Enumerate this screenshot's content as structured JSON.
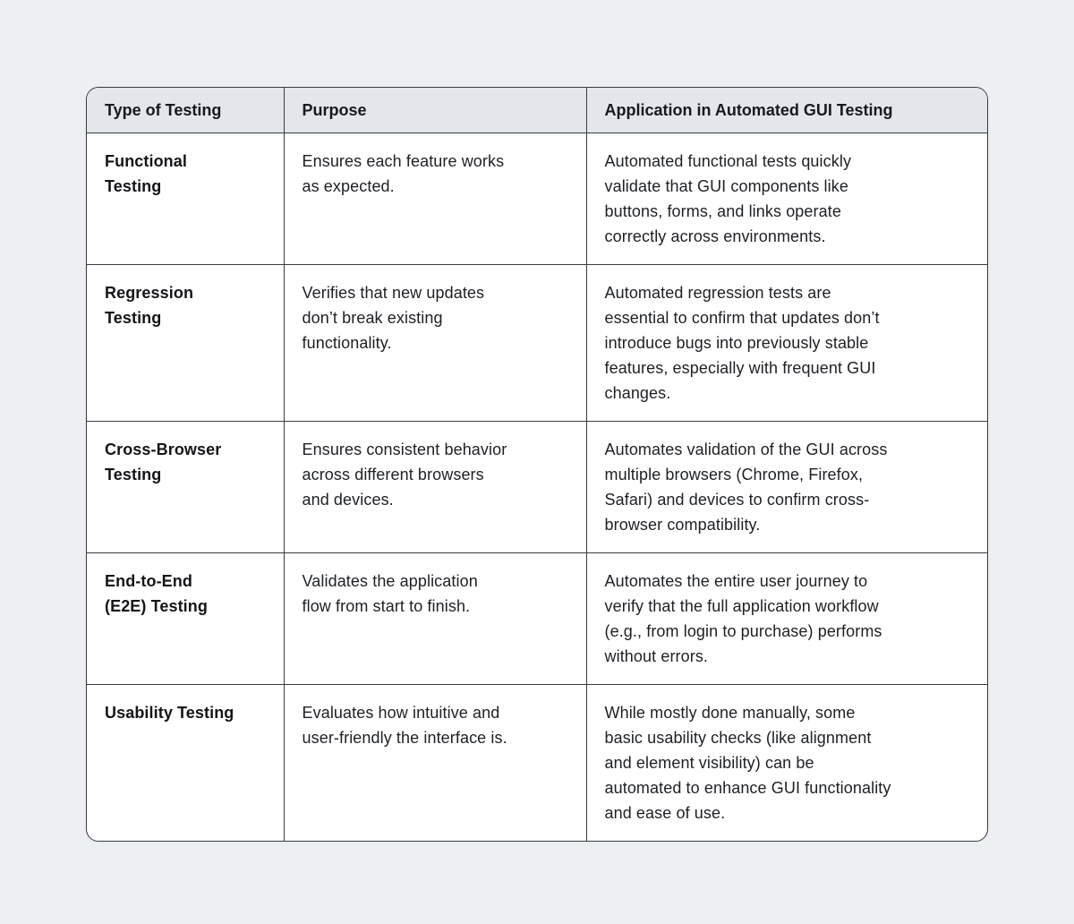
{
  "page": {
    "background_color": "#edeff3"
  },
  "table": {
    "header_bg_color": "#e3e6ea",
    "border_color": "#393b3f",
    "columns": [
      "Type of Testing",
      "Purpose",
      "Application in Automated GUI Testing"
    ],
    "rows": [
      {
        "type": "Functional\nTesting",
        "purpose": "Ensures each feature works\nas expected.",
        "application": "Automated functional tests quickly\nvalidate that GUI components like\nbuttons, forms, and links operate\ncorrectly across environments."
      },
      {
        "type": "Regression\nTesting",
        "purpose": "Verifies that new updates\ndon’t break existing\nfunctionality.",
        "application": "Automated regression tests are\nessential to confirm that updates don’t\nintroduce bugs into previously stable\nfeatures, especially with frequent GUI\nchanges."
      },
      {
        "type": "Cross-Browser\nTesting",
        "purpose": "Ensures consistent behavior\nacross different browsers\nand devices.",
        "application": "Automates validation of the GUI across\nmultiple browsers (Chrome, Firefox,\nSafari) and devices to confirm cross-\nbrowser compatibility."
      },
      {
        "type": "End-to-End\n(E2E) Testing",
        "purpose": "Validates the application\nflow from start to finish.",
        "application": "Automates the entire user journey to\nverify that the full application workflow\n(e.g., from login to purchase) performs\nwithout errors."
      },
      {
        "type": "Usability Testing",
        "purpose": "Evaluates how intuitive and\nuser-friendly the interface is.",
        "application": "While mostly done manually, some\nbasic usability checks (like alignment\nand element visibility) can be\nautomated to enhance GUI functionality\nand ease of use."
      }
    ]
  }
}
